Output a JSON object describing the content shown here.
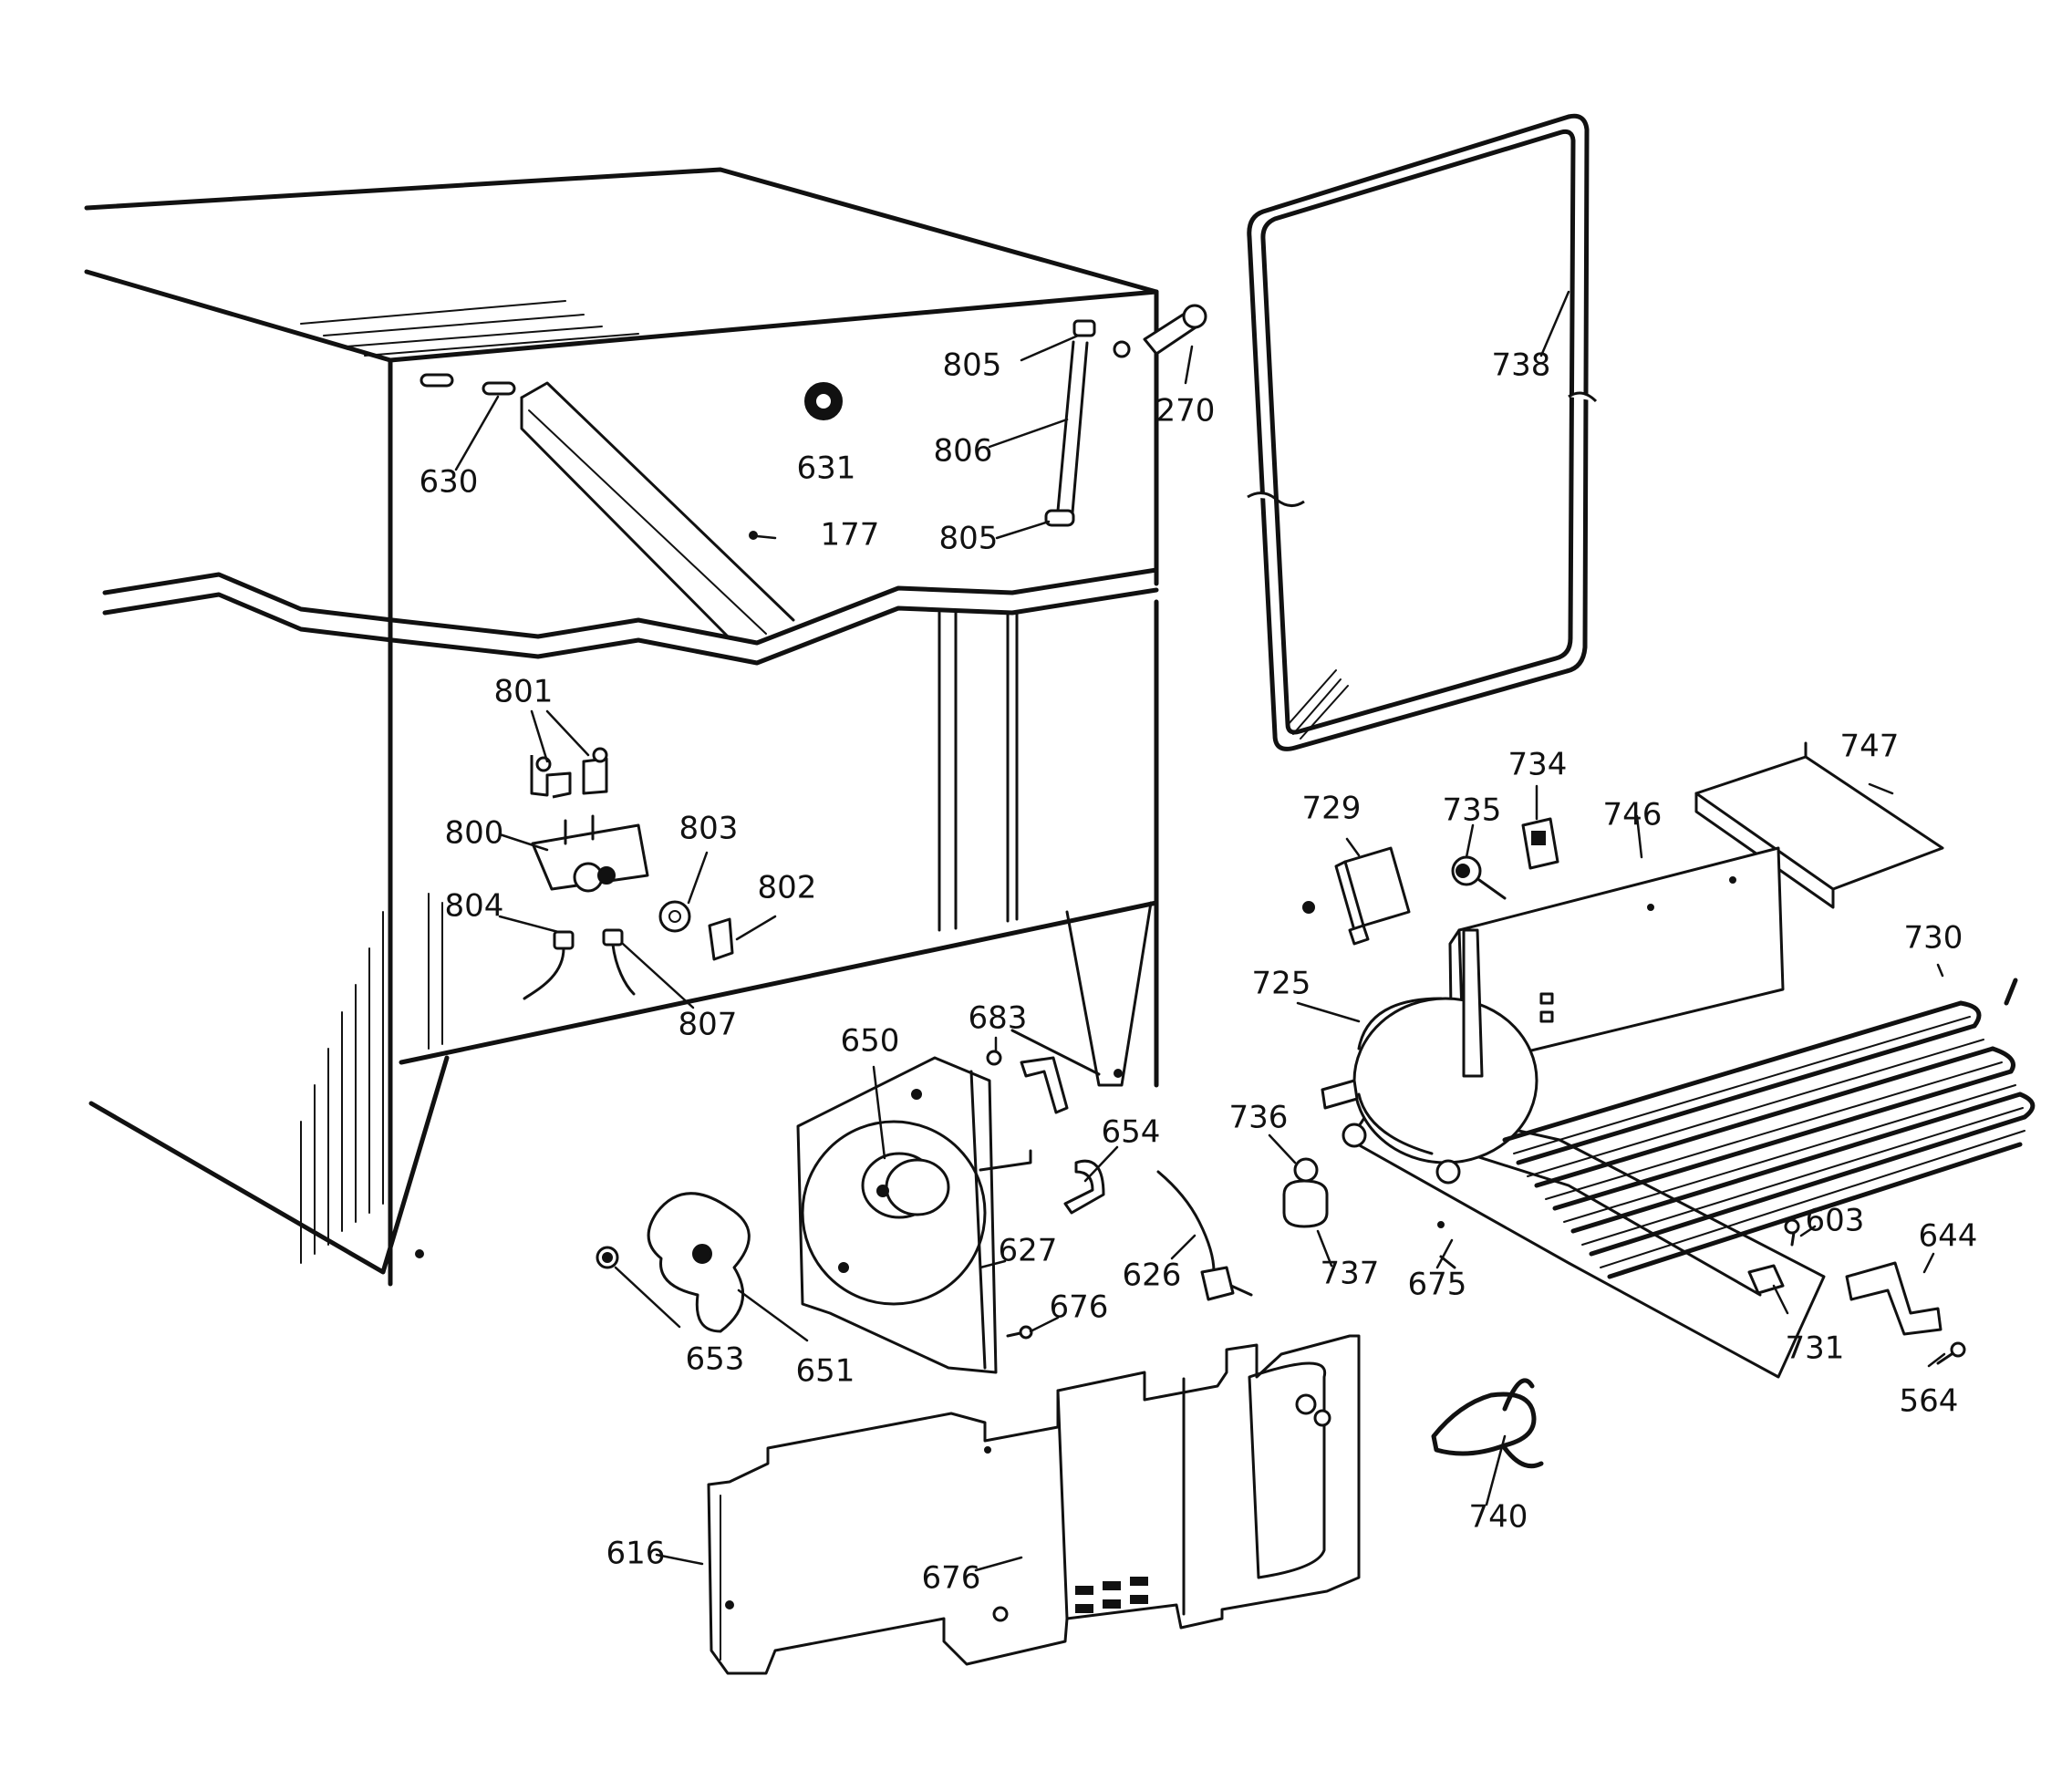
{
  "callouts": [
    {
      "id": "738",
      "text": "738"
    },
    {
      "id": "805a",
      "text": "805"
    },
    {
      "id": "270",
      "text": "270"
    },
    {
      "id": "806",
      "text": "806"
    },
    {
      "id": "631",
      "text": "631"
    },
    {
      "id": "630",
      "text": "630"
    },
    {
      "id": "805b",
      "text": "805"
    },
    {
      "id": "177",
      "text": "177"
    },
    {
      "id": "801",
      "text": "801"
    },
    {
      "id": "800",
      "text": "800"
    },
    {
      "id": "803",
      "text": "803"
    },
    {
      "id": "802",
      "text": "802"
    },
    {
      "id": "804",
      "text": "804"
    },
    {
      "id": "807",
      "text": "807"
    },
    {
      "id": "729",
      "text": "729"
    },
    {
      "id": "735",
      "text": "735"
    },
    {
      "id": "734",
      "text": "734"
    },
    {
      "id": "746",
      "text": "746"
    },
    {
      "id": "747",
      "text": "747"
    },
    {
      "id": "730",
      "text": "730"
    },
    {
      "id": "725",
      "text": "725"
    },
    {
      "id": "683",
      "text": "683"
    },
    {
      "id": "650",
      "text": "650"
    },
    {
      "id": "654",
      "text": "654"
    },
    {
      "id": "736",
      "text": "736"
    },
    {
      "id": "737",
      "text": "737"
    },
    {
      "id": "675",
      "text": "675"
    },
    {
      "id": "603",
      "text": "603"
    },
    {
      "id": "644",
      "text": "644"
    },
    {
      "id": "731",
      "text": "731"
    },
    {
      "id": "564",
      "text": "564"
    },
    {
      "id": "627",
      "text": "627"
    },
    {
      "id": "626",
      "text": "626"
    },
    {
      "id": "676a",
      "text": "676"
    },
    {
      "id": "653",
      "text": "653"
    },
    {
      "id": "651",
      "text": "651"
    },
    {
      "id": "740",
      "text": "740"
    },
    {
      "id": "616",
      "text": "616"
    },
    {
      "id": "676b",
      "text": "676"
    }
  ]
}
